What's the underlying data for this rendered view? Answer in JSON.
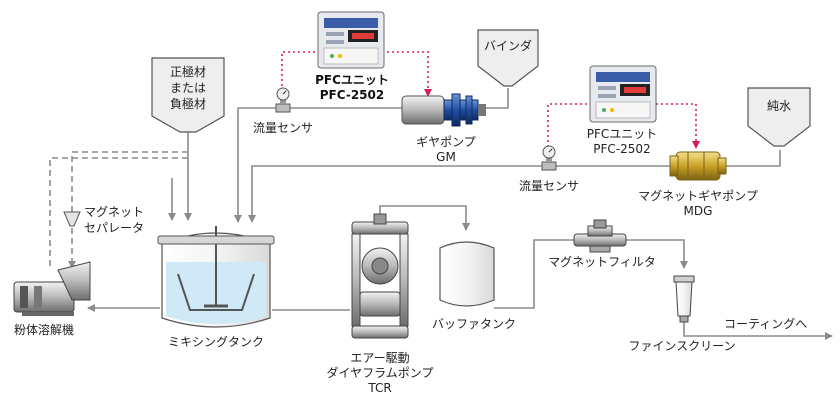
{
  "labels": {
    "positive_negative": [
      "正極材",
      "または",
      "負極材"
    ],
    "binder": "バインダ",
    "pure_water": "純水",
    "pfc_unit": "PFCユニット",
    "pfc_model": "PFC-2502",
    "flow_sensor": "流量センサ",
    "gear_pump": "ギヤポンプ",
    "gear_pump_model": "GM",
    "mag_gear_pump": "マグネットギヤポンプ",
    "mag_gear_pump_model": "MDG",
    "mag_separator": [
      "マグネット",
      "セパレータ"
    ],
    "powder_dissolver": "粉体溶解機",
    "mixing_tank": "ミキシングタンク",
    "air_pump": [
      "エアー駆動",
      "ダイヤフラムポンプ",
      "TCR"
    ],
    "buffer_tank": "バッファタンク",
    "mag_filter": "マグネットフィルタ",
    "fine_screen": "ファインスクリーン",
    "to_coating": "コーティングへ"
  },
  "colors": {
    "pipe": "#8c8c8c",
    "signal": "#d81b60",
    "tank_liquid": "#cfe9f7",
    "pump_blue": "#1f4fa3",
    "brass": "#c9a227"
  }
}
